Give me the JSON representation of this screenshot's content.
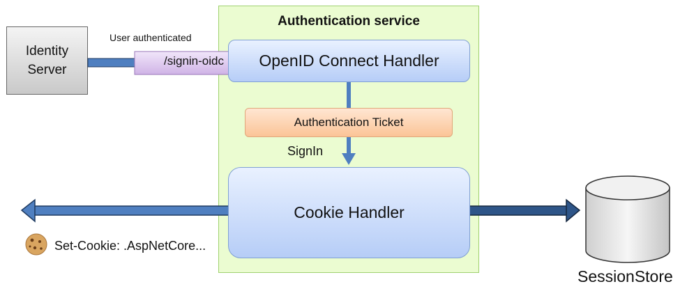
{
  "service": {
    "title": "Authentication service"
  },
  "identity_server": {
    "label_line1": "Identity",
    "label_line2": "Server"
  },
  "edge_identity": {
    "label": "User authenticated",
    "route": "/signin-oidc"
  },
  "oidc_handler": {
    "label": "OpenID Connect Handler"
  },
  "ticket": {
    "label": "Authentication Ticket"
  },
  "signin": {
    "label": "SignIn"
  },
  "cookie_handler": {
    "label": "Cookie Handler"
  },
  "set_cookie": {
    "label": "Set-Cookie: .AspNetCore..."
  },
  "session_store": {
    "label": "SessionStore"
  },
  "colors": {
    "service_bg": "#ebfcd1",
    "service_border": "#9fd16f",
    "handler_fill_top": "#e9f1ff",
    "handler_fill_bottom": "#b6cdf7",
    "ticket_fill": "#fbc497",
    "arrow": "#4f7fc0",
    "arrow_dark": "#1f3a60",
    "route_fill": "#e3d0f2"
  }
}
